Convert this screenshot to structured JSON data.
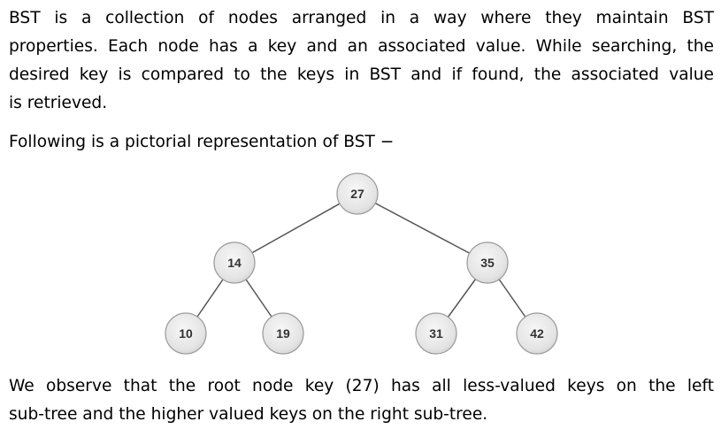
{
  "intro": {
    "line1": "BST is a collection of nodes arranged in a way where they maintain BST",
    "line2": "properties. Each node has a key and an associated value. While searching, the",
    "line3": "desired key is compared to the keys in BST and if found, the associated value",
    "line4": "is retrieved."
  },
  "caption": "Following is a pictorial representation of BST −",
  "observation": {
    "line1": "We observe that the root node key (27) has all less-valued keys on the left",
    "line2": "sub-tree and the higher valued keys on the right sub-tree."
  },
  "tree": {
    "nodes": [
      {
        "id": "n27",
        "key": "27"
      },
      {
        "id": "n14",
        "key": "14"
      },
      {
        "id": "n35",
        "key": "35"
      },
      {
        "id": "n10",
        "key": "10"
      },
      {
        "id": "n19",
        "key": "19"
      },
      {
        "id": "n31",
        "key": "31"
      },
      {
        "id": "n42",
        "key": "42"
      }
    ],
    "edges": [
      [
        "27",
        "14"
      ],
      [
        "27",
        "35"
      ],
      [
        "14",
        "10"
      ],
      [
        "14",
        "19"
      ],
      [
        "35",
        "31"
      ],
      [
        "35",
        "42"
      ]
    ]
  }
}
